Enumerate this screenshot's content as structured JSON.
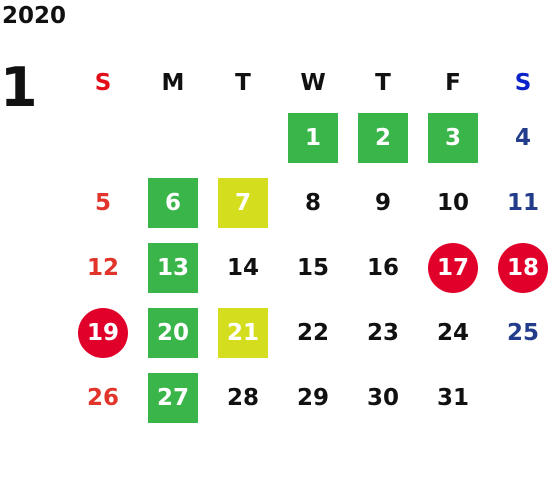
{
  "year": "2020",
  "month": "1",
  "weekdays": [
    "S",
    "M",
    "T",
    "W",
    "T",
    "F",
    "S"
  ],
  "weeks": [
    [
      {
        "day": "",
        "style": ""
      },
      {
        "day": "",
        "style": ""
      },
      {
        "day": "",
        "style": ""
      },
      {
        "day": "1",
        "style": "green"
      },
      {
        "day": "2",
        "style": "green"
      },
      {
        "day": "3",
        "style": "green"
      },
      {
        "day": "4",
        "style": "sat"
      }
    ],
    [
      {
        "day": "5",
        "style": "sun"
      },
      {
        "day": "6",
        "style": "green"
      },
      {
        "day": "7",
        "style": "yellow"
      },
      {
        "day": "8",
        "style": ""
      },
      {
        "day": "9",
        "style": ""
      },
      {
        "day": "10",
        "style": ""
      },
      {
        "day": "11",
        "style": "sat"
      }
    ],
    [
      {
        "day": "12",
        "style": "sun"
      },
      {
        "day": "13",
        "style": "green"
      },
      {
        "day": "14",
        "style": ""
      },
      {
        "day": "15",
        "style": ""
      },
      {
        "day": "16",
        "style": ""
      },
      {
        "day": "17",
        "style": "red"
      },
      {
        "day": "18",
        "style": "red"
      }
    ],
    [
      {
        "day": "19",
        "style": "red"
      },
      {
        "day": "20",
        "style": "green"
      },
      {
        "day": "21",
        "style": "yellow"
      },
      {
        "day": "22",
        "style": ""
      },
      {
        "day": "23",
        "style": ""
      },
      {
        "day": "24",
        "style": ""
      },
      {
        "day": "25",
        "style": "sat"
      }
    ],
    [
      {
        "day": "26",
        "style": "sun"
      },
      {
        "day": "27",
        "style": "green"
      },
      {
        "day": "28",
        "style": ""
      },
      {
        "day": "29",
        "style": ""
      },
      {
        "day": "30",
        "style": ""
      },
      {
        "day": "31",
        "style": ""
      },
      {
        "day": "",
        "style": ""
      }
    ]
  ],
  "colors": {
    "green": "#39b54a",
    "yellow": "#d5de1e",
    "red": "#e0002a",
    "sunday_text": "#e1352b",
    "saturday_text": "#243c8c"
  }
}
